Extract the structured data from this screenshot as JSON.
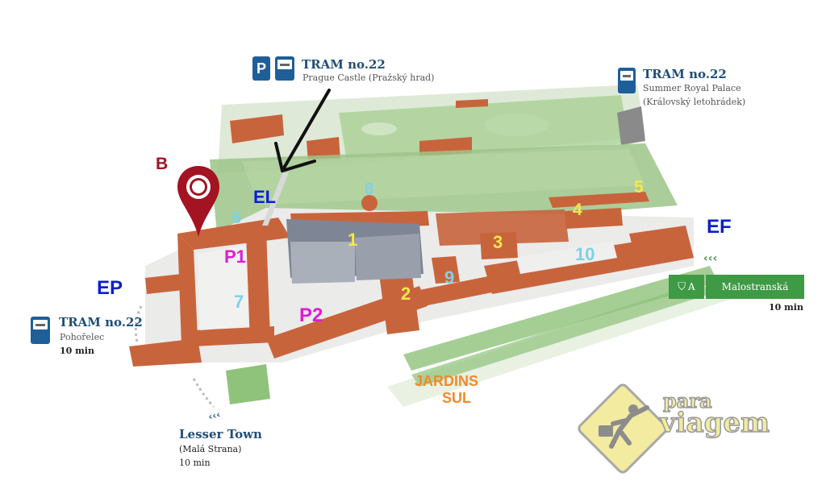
{
  "map": {
    "title": "Prague Castle area map",
    "colors": {
      "roof": "#c8643c",
      "tram_blue": "#1f5f99",
      "metro_green": "#3f9a45",
      "marker_red": "#a31322",
      "entrance_blue": "#0a1fd0",
      "poi_yellow": "#f4e84c",
      "poi_cyan": "#7fd0e8",
      "parking_magenta": "#e01ad6",
      "garden_orange": "#f08a2c"
    }
  },
  "transport": {
    "tram_top": {
      "parking_icon": "P",
      "title": "TRAM no.22",
      "subtitle": "Prague Castle (Pražský hrad)"
    },
    "tram_right": {
      "title": "TRAM no.22",
      "subtitle_1": "Summer Royal Palace",
      "subtitle_2": "(Královský letohrádek)"
    },
    "tram_left": {
      "title": "TRAM no.22",
      "subtitle": "Pohořelec",
      "time": "10 min"
    },
    "metro": {
      "line": "A",
      "station": "Malostranská",
      "time": "10 min"
    },
    "walk_bottom": {
      "title": "Lesser Town",
      "subtitle": "(Malá Strana)",
      "time": "10 min"
    }
  },
  "markers": {
    "location_pin_label": "B",
    "entrances": {
      "el": "EL",
      "ep": "EP",
      "ef": "EF"
    },
    "parking": {
      "p1": "P1",
      "p2": "P2"
    },
    "points_of_interest": [
      {
        "id": "1",
        "label": "1"
      },
      {
        "id": "2",
        "label": "2"
      },
      {
        "id": "3",
        "label": "3"
      },
      {
        "id": "4",
        "label": "4"
      },
      {
        "id": "5",
        "label": "5"
      },
      {
        "id": "6",
        "label": "6"
      },
      {
        "id": "7",
        "label": "7"
      },
      {
        "id": "8",
        "label": "8"
      },
      {
        "id": "9",
        "label": "9"
      },
      {
        "id": "10",
        "label": "10"
      }
    ],
    "gardens_label_1": "JARDINS",
    "gardens_label_2": "SUL"
  },
  "watermark": {
    "line1": "para",
    "line2": "viagem"
  }
}
